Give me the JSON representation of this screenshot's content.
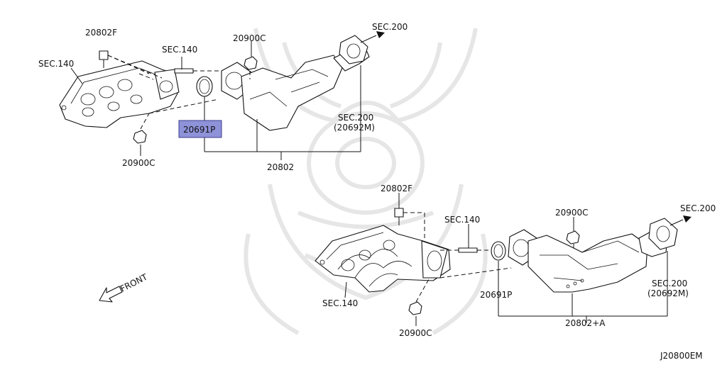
{
  "diagram": {
    "code": "J20800EM",
    "labels": {
      "top_bolt": "20802F",
      "top_sec140_left": "SEC.140",
      "top_sec140_stud": "SEC.140",
      "top_nut": "20900C",
      "top_sec200_arrow": "SEC.200",
      "top_sec200_ref": "SEC.200",
      "top_sec200_ref_sub": "(20692M)",
      "top_gasket_highlighted": "20691P",
      "top_lower_nut": "20900C",
      "top_assembly": "20802",
      "bot_bolt": "20802F",
      "bot_sec140_stud": "SEC.140",
      "bot_nut": "20900C",
      "bot_sec200_arrow": "SEC.200",
      "bot_sec200_ref": "SEC.200",
      "bot_sec200_ref_sub": "(20692M)",
      "bot_gasket": "20691P",
      "bot_sec140_manifold": "SEC.140",
      "bot_lower_nut": "20900C",
      "bot_assembly": "20802+A",
      "front": "FRONT"
    },
    "highlight_color": "#8e92d8"
  }
}
